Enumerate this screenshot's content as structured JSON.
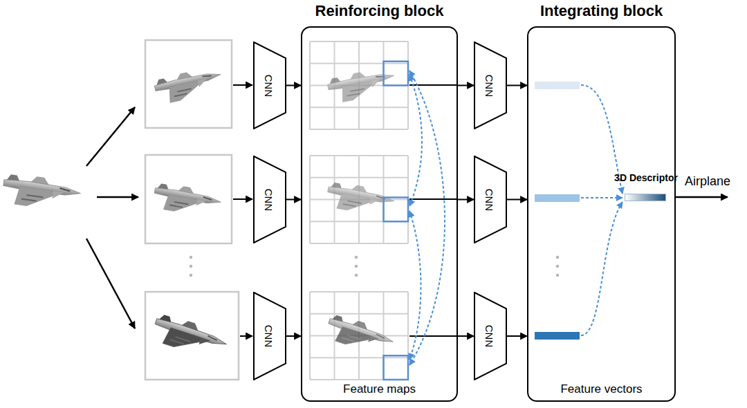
{
  "diagram": {
    "nodes": [
      {
        "text": [
          "CNN"
        ]
      },
      {
        "text": [
          "CNN"
        ]
      },
      {
        "text": [
          "CNN"
        ]
      },
      {
        "text": [
          "Reinforcing block",
          "Feature maps"
        ]
      },
      {
        "text": [
          "CNN"
        ]
      },
      {
        "text": [
          "CNN"
        ]
      },
      {
        "text": [
          "CNN"
        ]
      },
      {
        "text": [
          "Integrating block",
          "Feature vectors"
        ]
      },
      {
        "text": [
          "3D Descriptor"
        ],
        "in": 7
      }
    ],
    "edges": [
      {
        "from": 0,
        "to": 3,
        "arrow": "to"
      },
      {
        "from": 1,
        "to": 3,
        "arrow": "to"
      },
      {
        "from": 2,
        "to": 3,
        "arrow": "to"
      },
      {
        "from": 3,
        "to": 4,
        "arrow": "to"
      },
      {
        "from": 3,
        "to": 5,
        "arrow": "to"
      },
      {
        "from": 3,
        "to": 6,
        "arrow": "to"
      },
      {
        "from": 4,
        "to": 7,
        "arrow": "to"
      },
      {
        "from": 5,
        "to": 7,
        "arrow": "to"
      },
      {
        "from": 6,
        "to": 7,
        "arrow": "to"
      }
    ],
    "labels": [
      "Airplane"
    ]
  }
}
